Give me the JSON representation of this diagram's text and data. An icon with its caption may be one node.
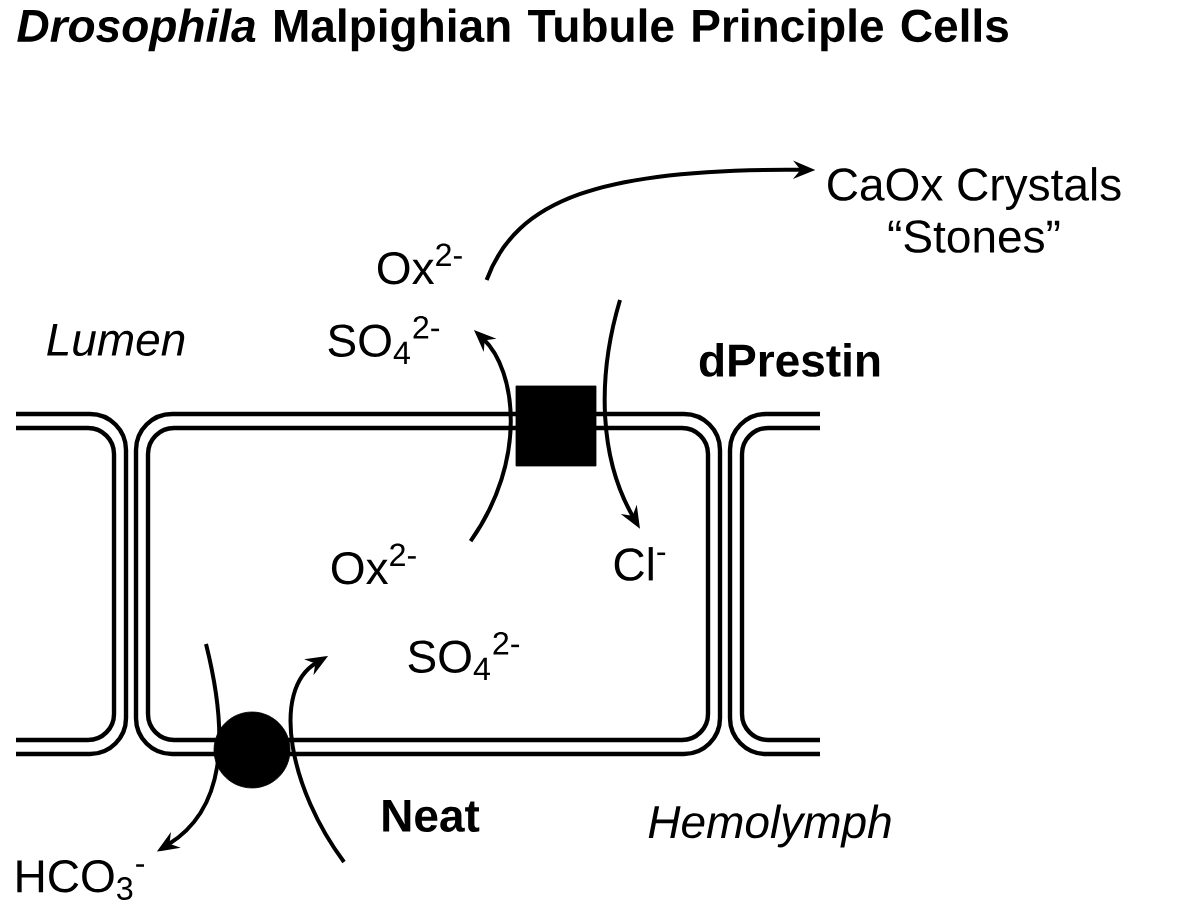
{
  "diagram": {
    "title": "*Drosophila* Malpighian Tubule Principle Cells",
    "nodes": [
      {
        "text": [
          "Ox$^{2-}$"
        ]
      },
      {
        "text": [
          "SO$_{4}$$^{2-}$"
        ]
      },
      {
        "text": [
          "CaOx Crystals",
          "“Stones”"
        ]
      },
      {
        "text": [],
        "shape": "box",
        "beside": [
          "dPrestin"
        ]
      },
      {
        "text": [
          "Ox$^{2-}$"
        ]
      },
      {
        "text": [
          "Cl$^{-}$"
        ]
      },
      {
        "text": [
          "SO$_{4}$$^{2-}$"
        ]
      },
      {
        "text": [],
        "shape": "circle",
        "beside": [
          "Neat"
        ]
      },
      {
        "text": [
          "HCO$_{3}$$^{-}$"
        ]
      }
    ],
    "edges": [
      {
        "from": 0,
        "to": 2,
        "arrow": "to"
      },
      {
        "from": 4,
        "to": 1,
        "arrow": "to"
      },
      {
        "from": null,
        "to": 5,
        "arrow": "to"
      },
      {
        "from": null,
        "to": 8,
        "arrow": "to"
      },
      {
        "from": null,
        "to": 6,
        "arrow": "to"
      }
    ],
    "labels": [
      "Lumen",
      "Hemolymph"
    ]
  }
}
